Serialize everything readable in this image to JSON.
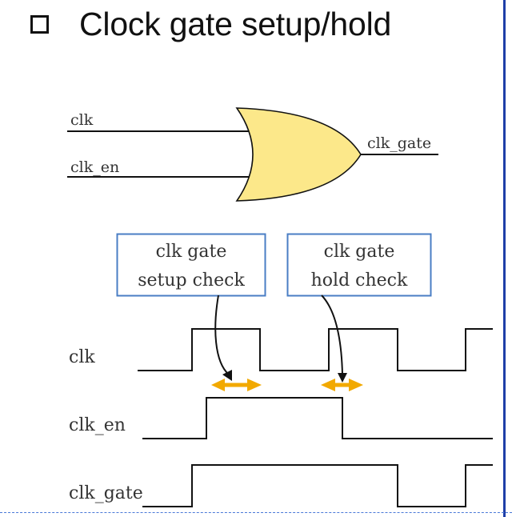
{
  "title": "Clock gate setup/hold",
  "gate": {
    "input_a": "clk",
    "input_b": "clk_en",
    "output": "clk_gate",
    "fill_color": "#fce88a"
  },
  "callouts": {
    "setup_line1": "clk gate",
    "setup_line2": "setup check",
    "hold_line1": "clk gate",
    "hold_line2": "hold check",
    "border_color": "#4a7ec4"
  },
  "waveforms": {
    "clk_label": "clk",
    "clk_en_label": "clk_en",
    "clk_gate_label": "clk_gate"
  },
  "arrow_color": "#f2a900"
}
